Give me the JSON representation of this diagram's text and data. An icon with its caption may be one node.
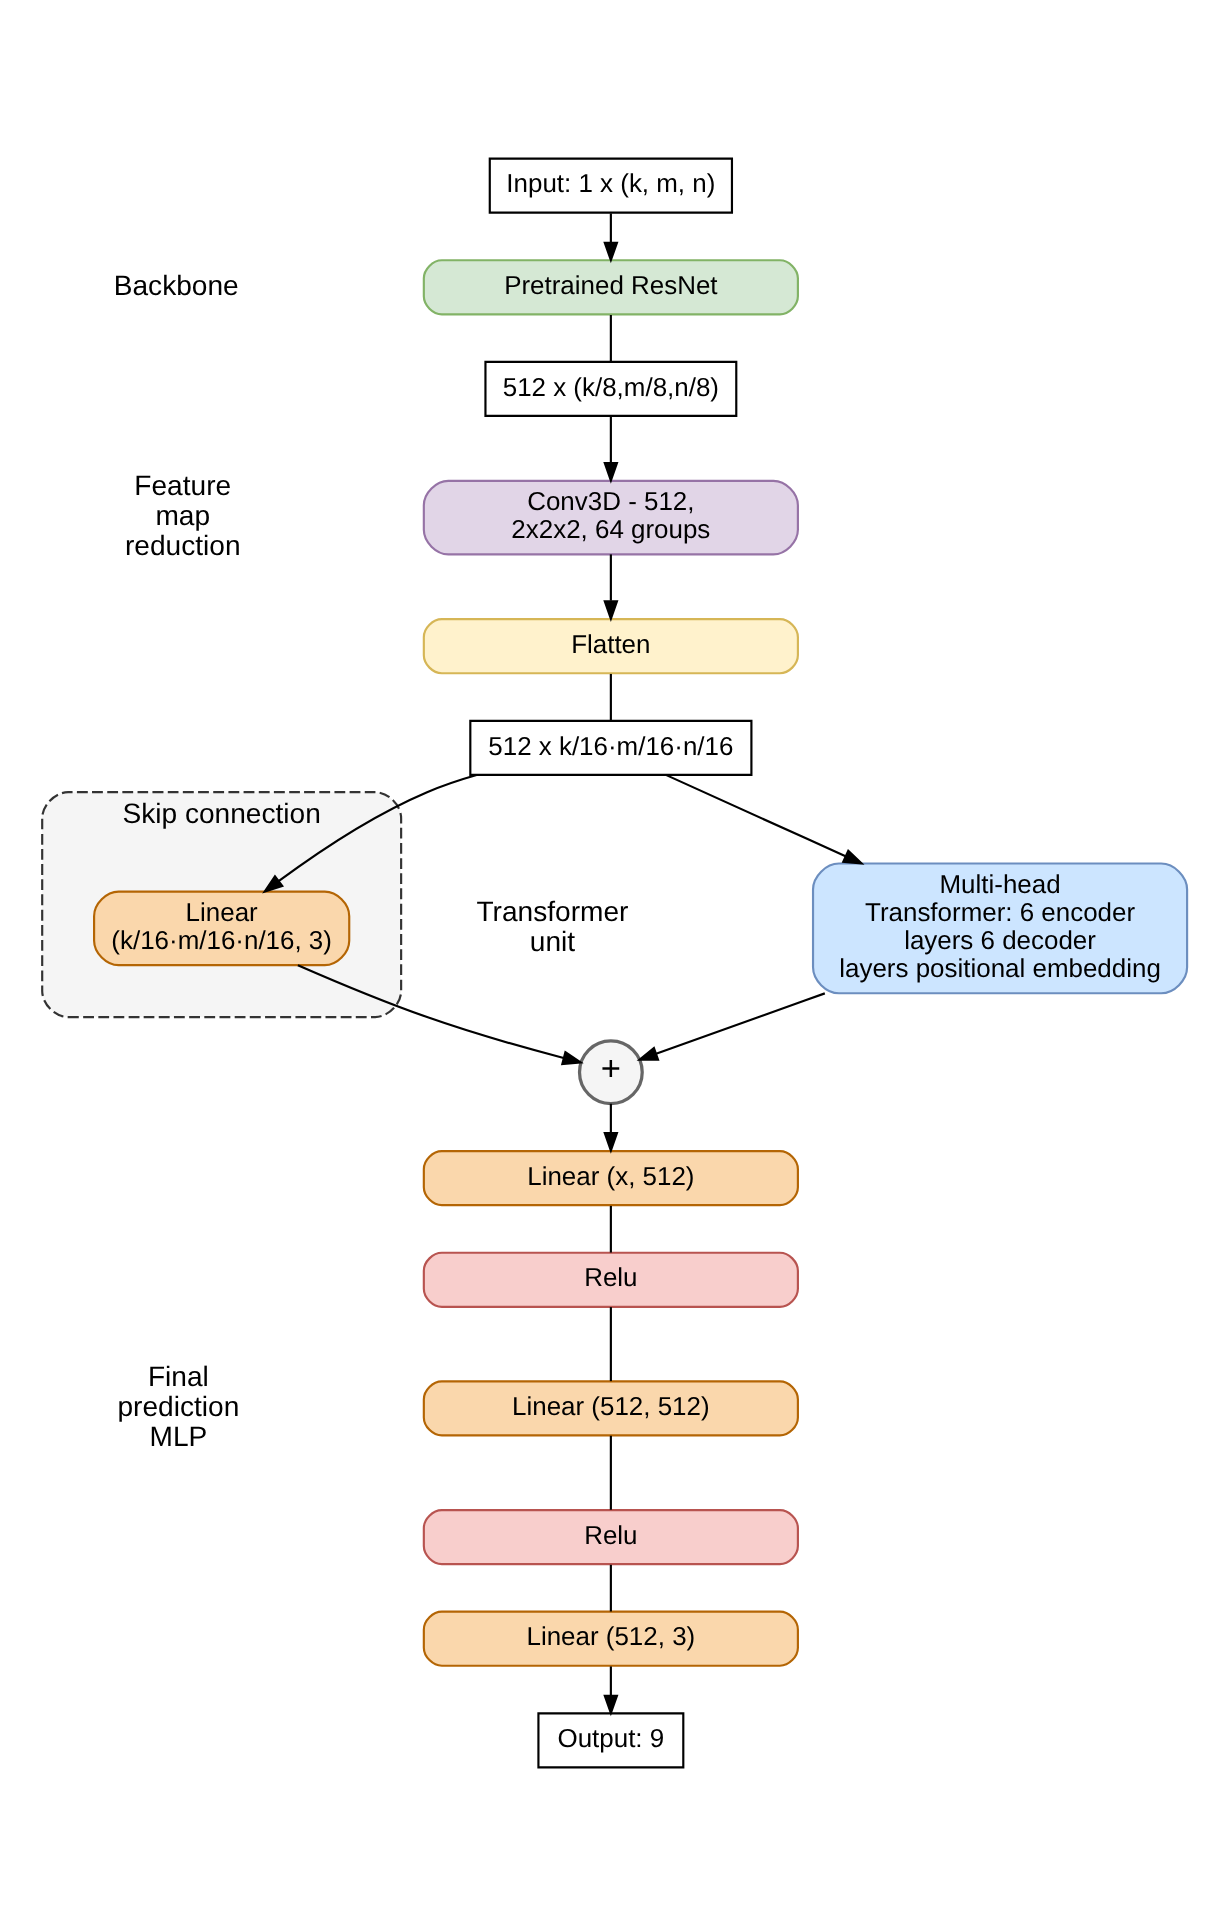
{
  "diagram": {
    "nodes": [
      {
        "text": [
          "Input: 1 x (k, m, n)"
        ]
      },
      {
        "text": [
          "Pretrained ResNet"
        ]
      },
      {
        "text": [
          "512 x (k/8,m/8,n/8)"
        ]
      },
      {
        "text": [
          "Conv3D - 512, 2x2x2, 64 groups"
        ]
      },
      {
        "text": [
          "Flatten"
        ]
      },
      {
        "text": [
          "512 x k/16·m/16·n/16"
        ]
      },
      {
        "text": [
          "Multi-head Transformer: 6 encoder layers 6 decoder layers positional embedding"
        ]
      },
      {
        "text": [
          "Skip connection"
        ]
      },
      {
        "text": [
          "Linear (k/16·m/16·n/16, 3)"
        ],
        "in": 7
      },
      {
        "text": [
          "+"
        ]
      },
      {
        "text": [
          "Linear (x, 512)"
        ]
      },
      {
        "text": [
          "Relu"
        ]
      },
      {
        "text": [
          "Linear (512, 512)"
        ]
      },
      {
        "text": [
          "Relu"
        ]
      },
      {
        "text": [
          "Linear (512, 3)"
        ]
      },
      {
        "text": [
          "Output: 9"
        ]
      }
    ],
    "edges": [
      {
        "from": 0,
        "to": 1,
        "arrow": "to"
      },
      {
        "from": 1,
        "to": 2,
        "arrow": "none"
      },
      {
        "from": 2,
        "to": 3,
        "arrow": "to"
      },
      {
        "from": 3,
        "to": 4,
        "arrow": "to"
      },
      {
        "from": 4,
        "to": 5,
        "arrow": "none"
      },
      {
        "from": 5,
        "to": 6,
        "arrow": "to"
      },
      {
        "from": 5,
        "to": 8,
        "arrow": "to"
      },
      {
        "from": 6,
        "to": 9,
        "arrow": "to"
      },
      {
        "from": 8,
        "to": 9,
        "arrow": "to"
      },
      {
        "from": 9,
        "to": 10,
        "arrow": "to"
      },
      {
        "from": 10,
        "to": 11,
        "arrow": "none"
      },
      {
        "from": 11,
        "to": 12,
        "arrow": "none"
      },
      {
        "from": 12,
        "to": 13,
        "arrow": "none"
      },
      {
        "from": 13,
        "to": 14,
        "arrow": "none"
      },
      {
        "from": 14,
        "to": 15,
        "arrow": "to"
      }
    ],
    "labels": [
      "Backbone",
      "Feature map reduction",
      "Transformer unit",
      "Final prediction MLP"
    ]
  }
}
